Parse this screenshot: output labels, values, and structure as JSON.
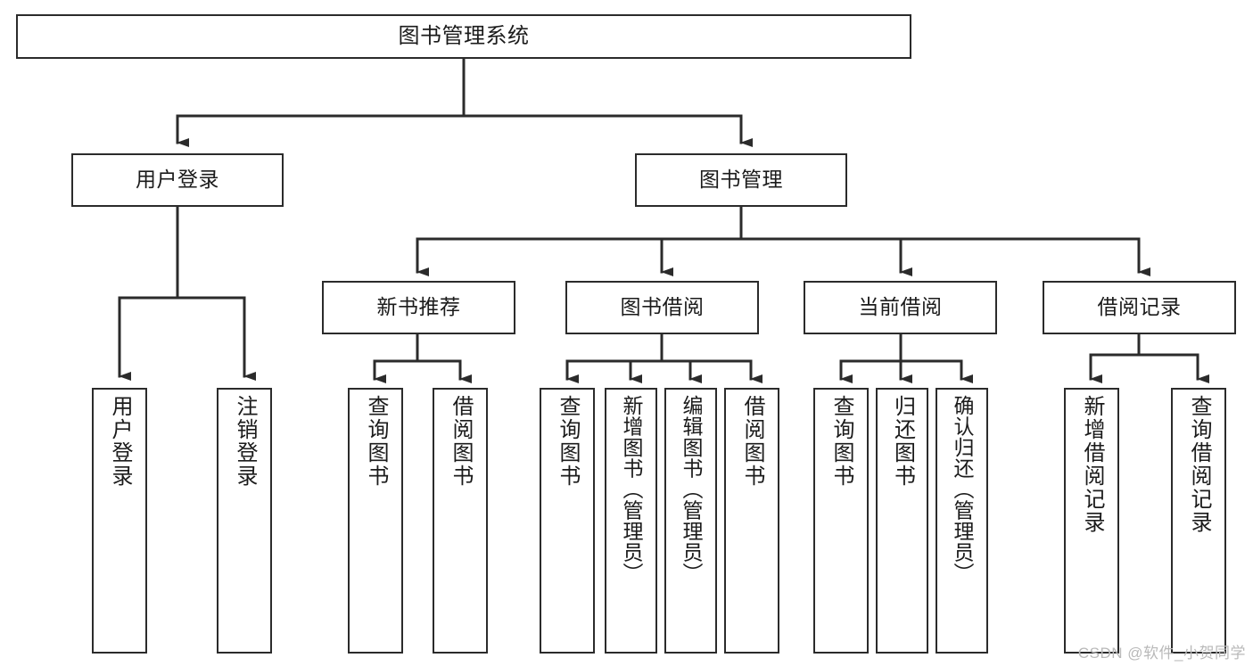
{
  "diagram": {
    "title": "图书管理系统",
    "type": "tree-hierarchy",
    "stroke_color": "#2b2b2b",
    "fill_color": "#ffffff",
    "text_color": "#1b1b1b",
    "watermark": "CSDN @软件_小贺同学"
  },
  "nodes": {
    "root": {
      "label": "图书管理系统"
    },
    "level1": [
      {
        "label": "用户登录"
      },
      {
        "label": "图书管理"
      }
    ],
    "level2": [
      {
        "label": "新书推荐"
      },
      {
        "label": "图书借阅"
      },
      {
        "label": "当前借阅"
      },
      {
        "label": "借阅记录"
      }
    ],
    "leaves": {
      "user_login": [
        {
          "label": "用户登录"
        },
        {
          "label": "注销登录"
        }
      ],
      "new_book": [
        {
          "label": "查询图书"
        },
        {
          "label": "借阅图书"
        }
      ],
      "book_borrow": [
        {
          "label": "查询图书"
        },
        {
          "label": "新增图书（管理员）"
        },
        {
          "label": "编辑图书（管理员）"
        },
        {
          "label": "借阅图书"
        }
      ],
      "current_borrow": [
        {
          "label": "查询图书"
        },
        {
          "label": "归还图书"
        },
        {
          "label": "确认归还（管理员）"
        }
      ],
      "borrow_record": [
        {
          "label": "新增借阅记录"
        },
        {
          "label": "查询借阅记录"
        }
      ]
    }
  }
}
